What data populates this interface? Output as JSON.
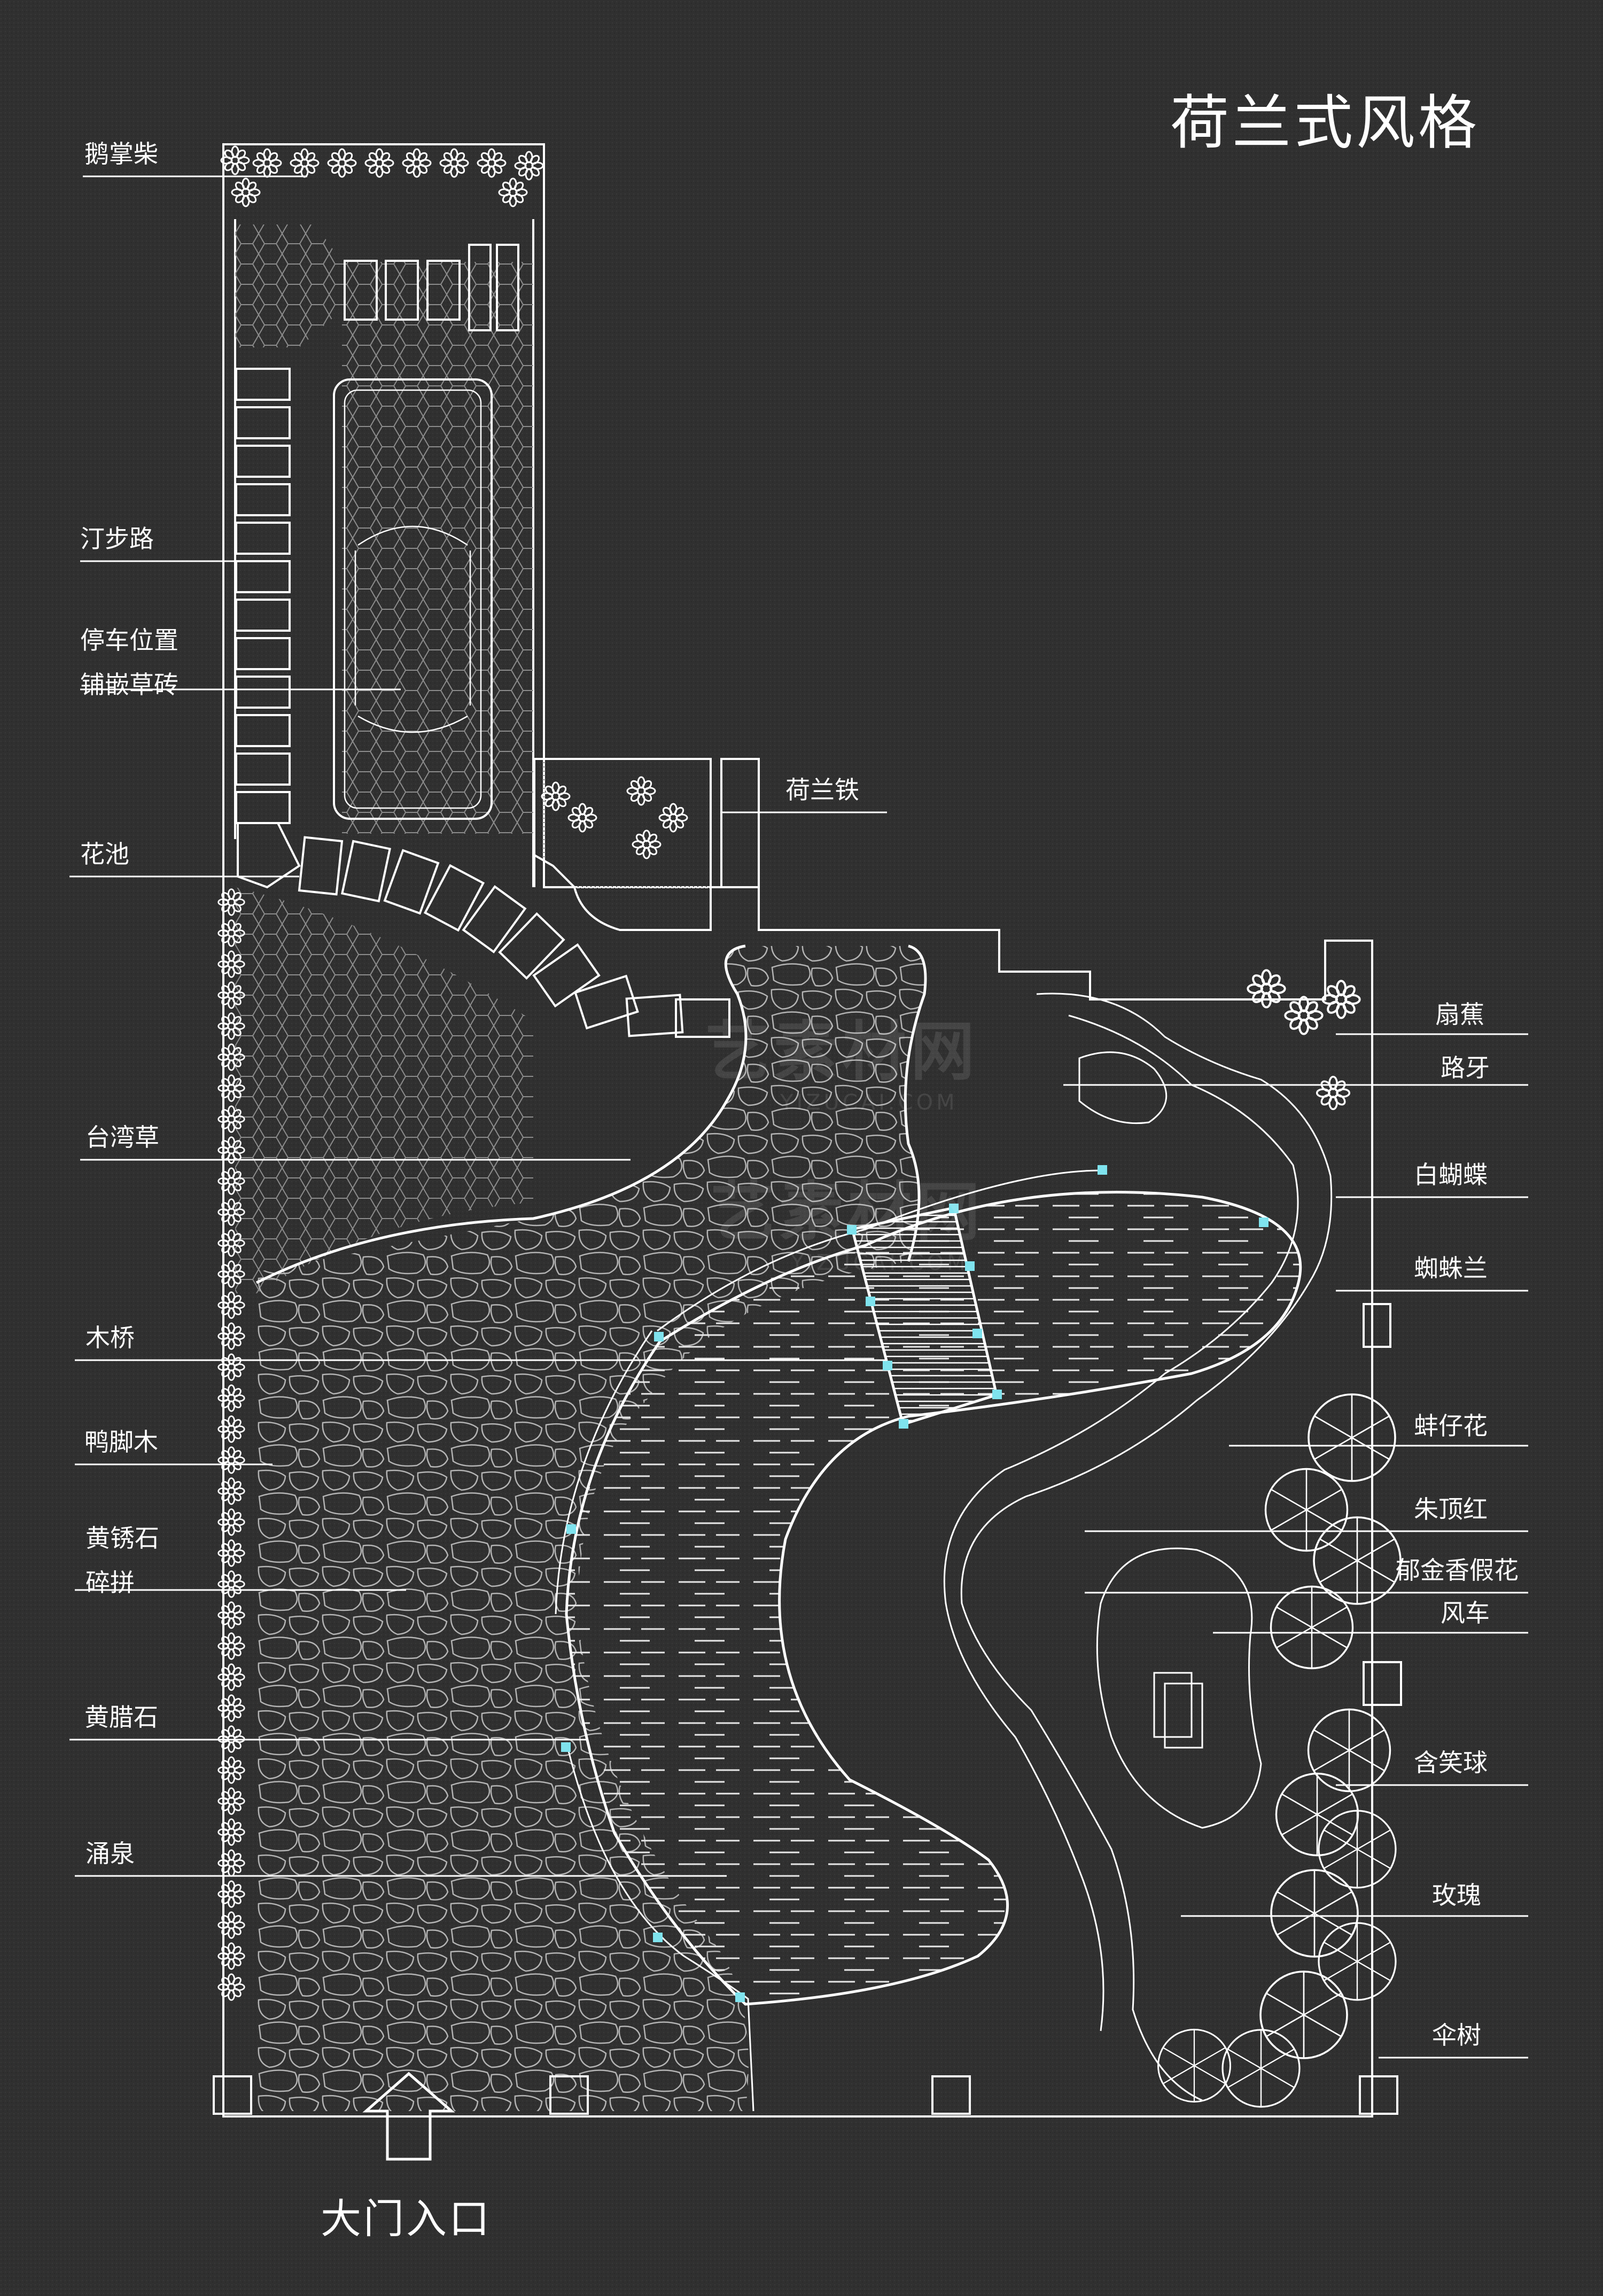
{
  "title": "荷兰式风格",
  "entrance": "大门入口",
  "watermark": {
    "text": "艺素材网",
    "sub": "YIZUCAI.COM"
  },
  "labels_left": [
    "鹅掌柴",
    "汀步路",
    "停车位置",
    "铺嵌草砖",
    "花池",
    "台湾草",
    "木桥",
    "鸭脚木",
    "黄锈石",
    "碎拼",
    "黄腊石",
    "涌泉"
  ],
  "labels_right": [
    "荷兰铁",
    "扇蕉",
    "路牙",
    "白蝴蝶",
    "蜘蛛兰",
    "蚌仔花",
    "朱顶红",
    "郁金香假花",
    "风车",
    "含笑球",
    "玫瑰",
    "伞树"
  ],
  "colors": {
    "background": "#303030",
    "line": "#ffffff",
    "bridge_post": "#7fe3ee"
  }
}
